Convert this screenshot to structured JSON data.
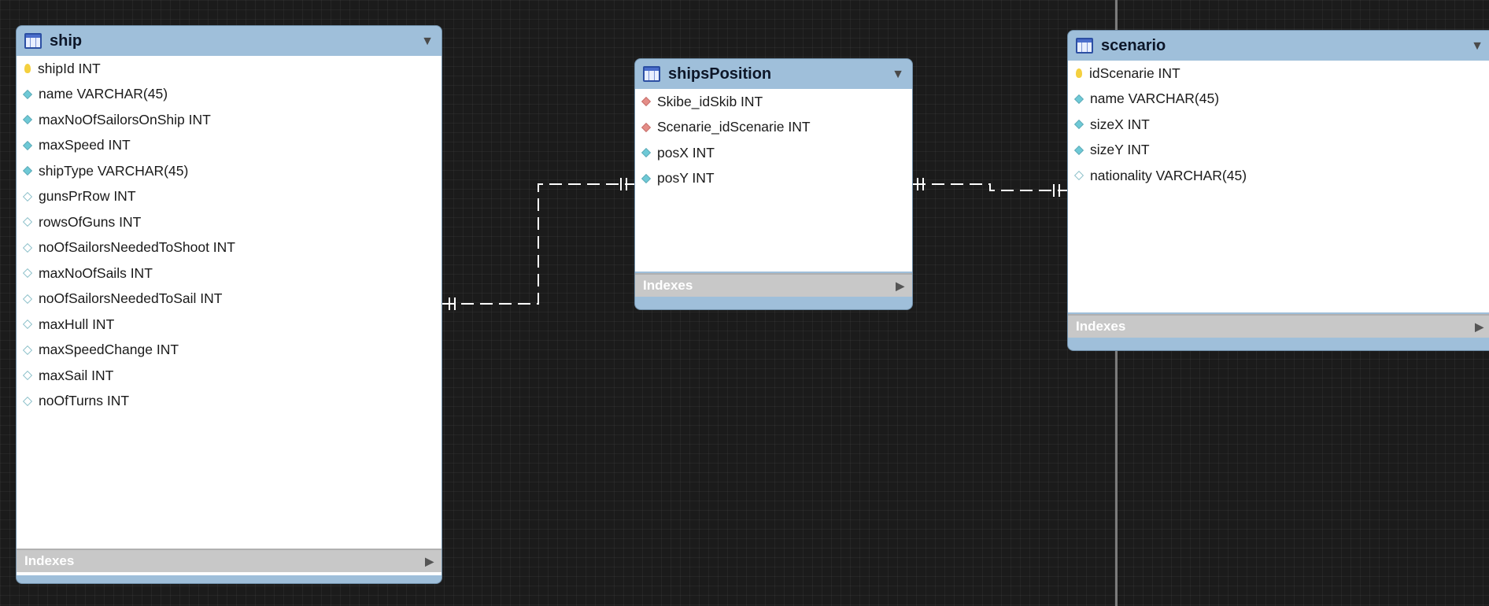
{
  "entities": {
    "ship": {
      "title": "ship",
      "indexes_label": "Indexes",
      "columns": [
        {
          "label": "shipId INT",
          "icon": "primary-key-icon"
        },
        {
          "label": "name VARCHAR(45)",
          "icon": "not-null-column-icon"
        },
        {
          "label": "maxNoOfSailorsOnShip INT",
          "icon": "not-null-column-icon"
        },
        {
          "label": "maxSpeed INT",
          "icon": "not-null-column-icon"
        },
        {
          "label": "shipType VARCHAR(45)",
          "icon": "not-null-column-icon"
        },
        {
          "label": "gunsPrRow INT",
          "icon": "nullable-column-icon"
        },
        {
          "label": "rowsOfGuns INT",
          "icon": "nullable-column-icon"
        },
        {
          "label": "noOfSailorsNeededToShoot INT",
          "icon": "nullable-column-icon"
        },
        {
          "label": "maxNoOfSails INT",
          "icon": "nullable-column-icon"
        },
        {
          "label": "noOfSailorsNeededToSail INT",
          "icon": "nullable-column-icon"
        },
        {
          "label": "maxHull INT",
          "icon": "nullable-column-icon"
        },
        {
          "label": "maxSpeedChange INT",
          "icon": "nullable-column-icon"
        },
        {
          "label": "maxSail INT",
          "icon": "nullable-column-icon"
        },
        {
          "label": "noOfTurns INT",
          "icon": "nullable-column-icon"
        }
      ]
    },
    "shipsPosition": {
      "title": "shipsPosition",
      "indexes_label": "Indexes",
      "columns": [
        {
          "label": "Skibe_idSkib INT",
          "icon": "foreign-key-icon"
        },
        {
          "label": "Scenarie_idScenarie INT",
          "icon": "foreign-key-icon"
        },
        {
          "label": "posX INT",
          "icon": "not-null-column-icon"
        },
        {
          "label": "posY INT",
          "icon": "not-null-column-icon"
        }
      ]
    },
    "scenario": {
      "title": "scenario",
      "indexes_label": "Indexes",
      "columns": [
        {
          "label": "idScenarie INT",
          "icon": "primary-key-icon"
        },
        {
          "label": "name VARCHAR(45)",
          "icon": "not-null-column-icon"
        },
        {
          "label": "sizeX INT",
          "icon": "not-null-column-icon"
        },
        {
          "label": "sizeY INT",
          "icon": "not-null-column-icon"
        },
        {
          "label": "nationality VARCHAR(45)",
          "icon": "nullable-column-icon"
        }
      ]
    }
  },
  "relationships": [
    {
      "from": "ship",
      "to": "shipsPosition",
      "style": "dashed",
      "cardinality": "one-to-one"
    },
    {
      "from": "shipsPosition",
      "to": "scenario",
      "style": "dashed",
      "cardinality": "one-to-one"
    }
  ],
  "colors": {
    "canvas": "#1b1b1b",
    "header": "#9fbfda",
    "connector": "#ffffff",
    "indexes_bar": "#c8c8c8"
  }
}
